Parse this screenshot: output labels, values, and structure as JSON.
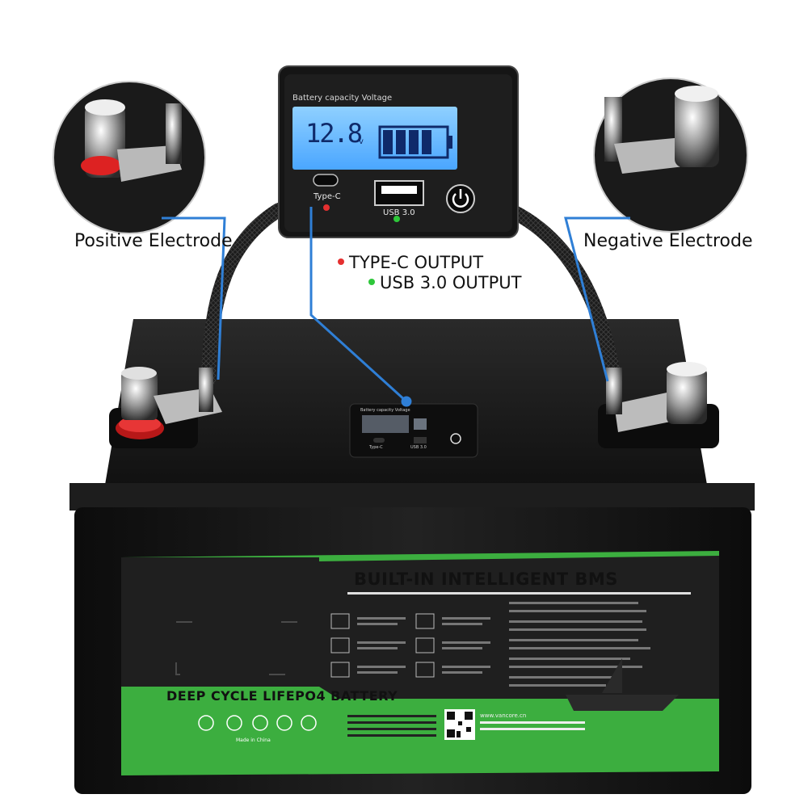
{
  "labels": {
    "positive": "Positive Electrode",
    "negative": "Negative Electrode",
    "typec_output": "TYPE-C OUTPUT",
    "usb_output": "USB 3.0 OUTPUT"
  },
  "meter": {
    "title": "Battery capacity Voltage",
    "reading": "12.8",
    "unit": "v",
    "port_typec": "Type-C",
    "port_usb": "USB 3.0",
    "battery_level_fraction": 0.8
  },
  "battery": {
    "bms_title": "BUILT-IN INTELLIGENT BMS",
    "deep_cycle": "DEEP CYCLE LIFEPO4 BATTERY",
    "made_in": "Made in China",
    "website": "www.vancore.cn"
  },
  "colors": {
    "typec_dot": "#e53030",
    "usb_dot": "#2ec73a",
    "leader_line": "#2f7fd6",
    "lcd_blue": "#6ab8ff",
    "label_green": "#3cae3f",
    "battery_body": "#1a1a1a"
  }
}
